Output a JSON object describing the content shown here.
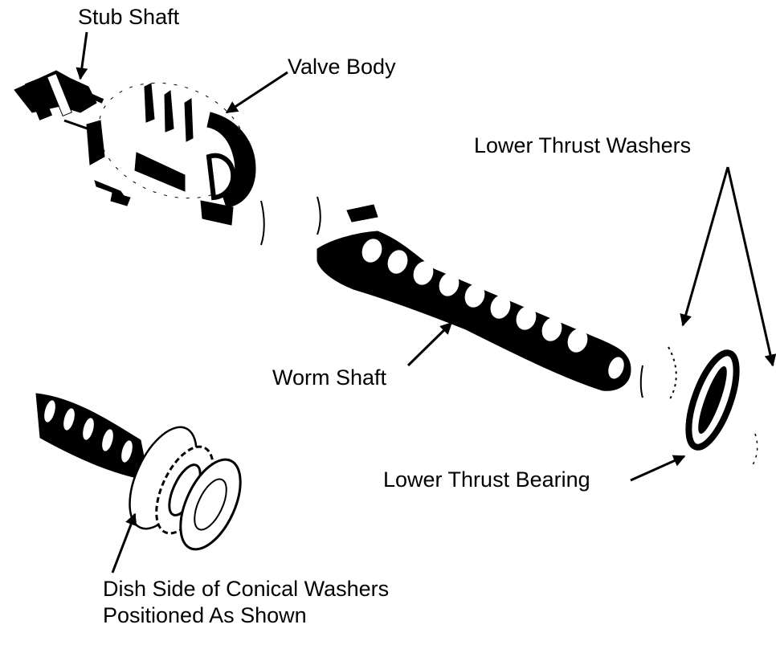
{
  "labels": {
    "stub_shaft": "Stub Shaft",
    "valve_body": "Valve Body",
    "lower_thrust_washers": "Lower Thrust Washers",
    "worm_shaft": "Worm Shaft",
    "lower_thrust_bearing": "Lower Thrust Bearing",
    "dish_side_line1": "Dish Side of Conical Washers",
    "dish_side_line2": "Positioned As Shown"
  },
  "colors": {
    "ink": "#000000",
    "paper": "#ffffff"
  }
}
